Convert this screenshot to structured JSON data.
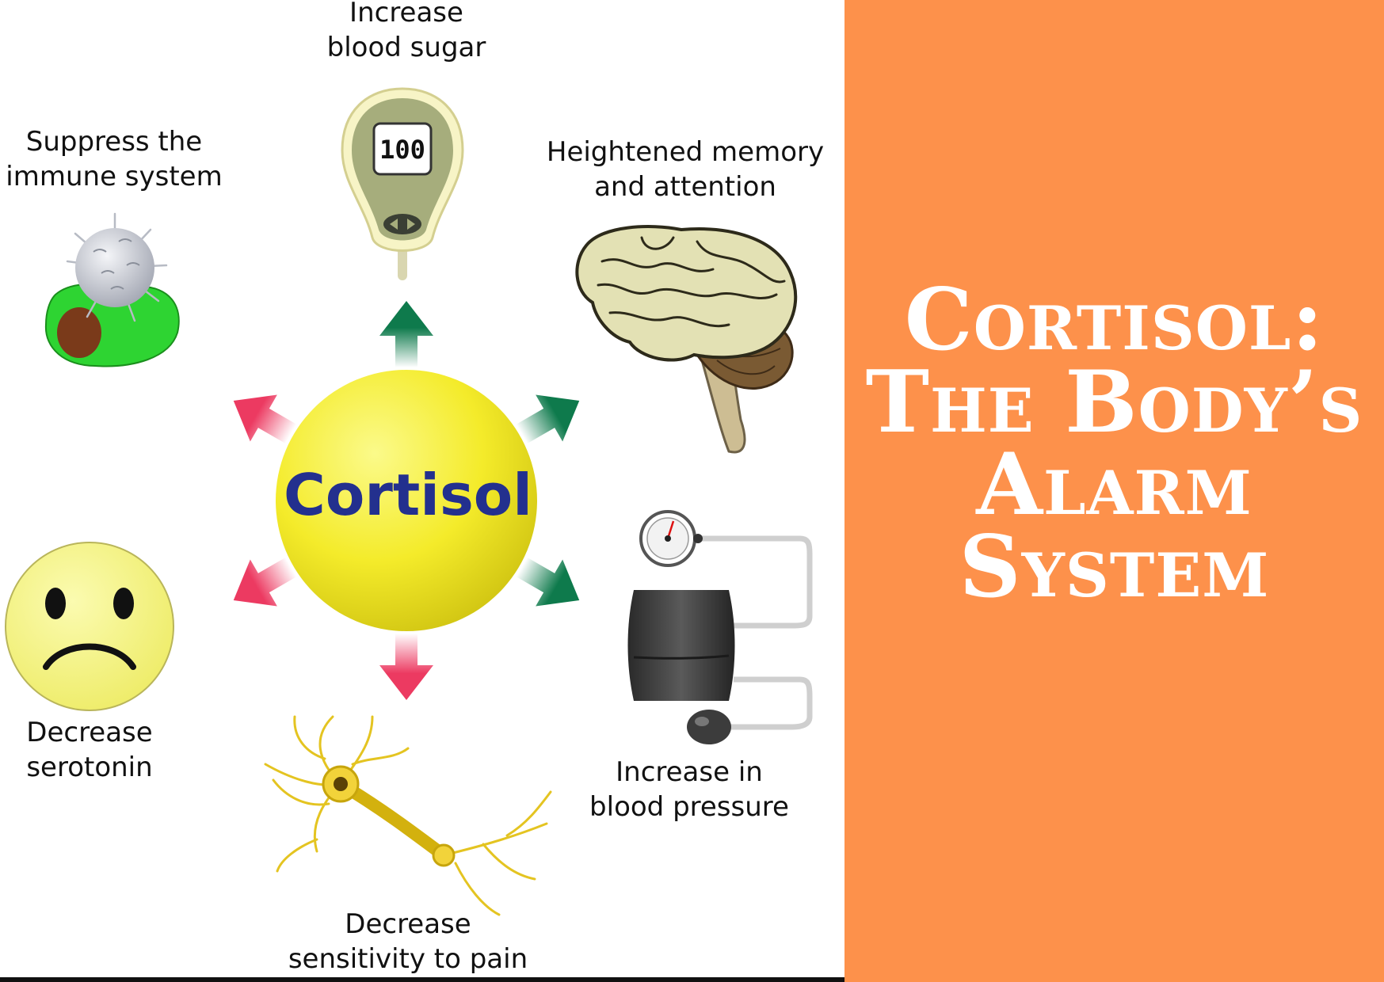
{
  "colors": {
    "panel": "#fd914b",
    "title_text": "#ffffff",
    "center_text": "#23308e",
    "arrow_increase": "#0e7a4c",
    "arrow_decrease": "#ec3a61"
  },
  "center": {
    "label": "Cortisol"
  },
  "effects": {
    "blood_sugar": {
      "line1": "Increase",
      "line2": "blood sugar",
      "icon": "glucose-meter-icon",
      "reading": "100"
    },
    "memory": {
      "line1": "Heightened memory",
      "line2": "and attention",
      "icon": "brain-icon"
    },
    "blood_pressure": {
      "line1": "Increase in",
      "line2": "blood pressure",
      "icon": "blood-pressure-cuff-icon"
    },
    "pain": {
      "line1": "Decrease",
      "line2": "sensitivity to pain",
      "icon": "neuron-icon"
    },
    "serotonin": {
      "line1": "Decrease",
      "line2": "serotonin",
      "icon": "sad-face-icon"
    },
    "immune": {
      "line1": "Suppress the",
      "line2": "immune system",
      "icon": "immune-cell-icon"
    }
  },
  "title": {
    "line1": "Cortisol:",
    "line2": "The Body’s",
    "line3": "Alarm",
    "line4": "System"
  }
}
